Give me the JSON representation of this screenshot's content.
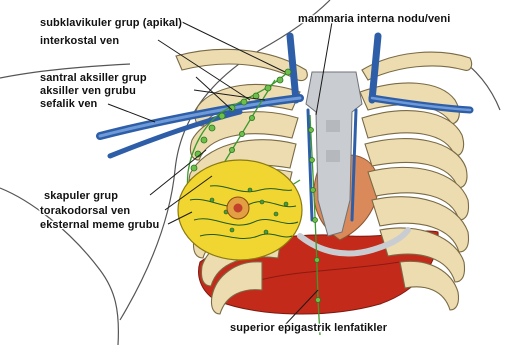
{
  "labels": {
    "subclavicular": "subklavikuler grup (apikal)",
    "intercostal": "interkostal ven",
    "internal_mammary": "mammaria interna nodu/veni",
    "central_axillary": "santral aksiller grup",
    "axillary_vein_group": "aksiller ven grubu",
    "cephalic_vein": "sefalik ven",
    "scapular": "skapuler grup",
    "thoracodorsal": "torakodorsal ven",
    "external_mammary": "eksternal meme grubu",
    "superior_epigastric": "superior epigastrik lenfatikler"
  },
  "colors": {
    "bone": "#ecdcb0",
    "bone_outline": "#7a6a45",
    "vein": "#2f5ea8",
    "vein_light": "#6f9ad8",
    "breast": "#f1d530",
    "liver": "#c42a1a",
    "heart": "#d9895a",
    "lymph": "#3c9a2d",
    "skin_outline": "#555555",
    "cartilage": "#c9ccd0"
  }
}
